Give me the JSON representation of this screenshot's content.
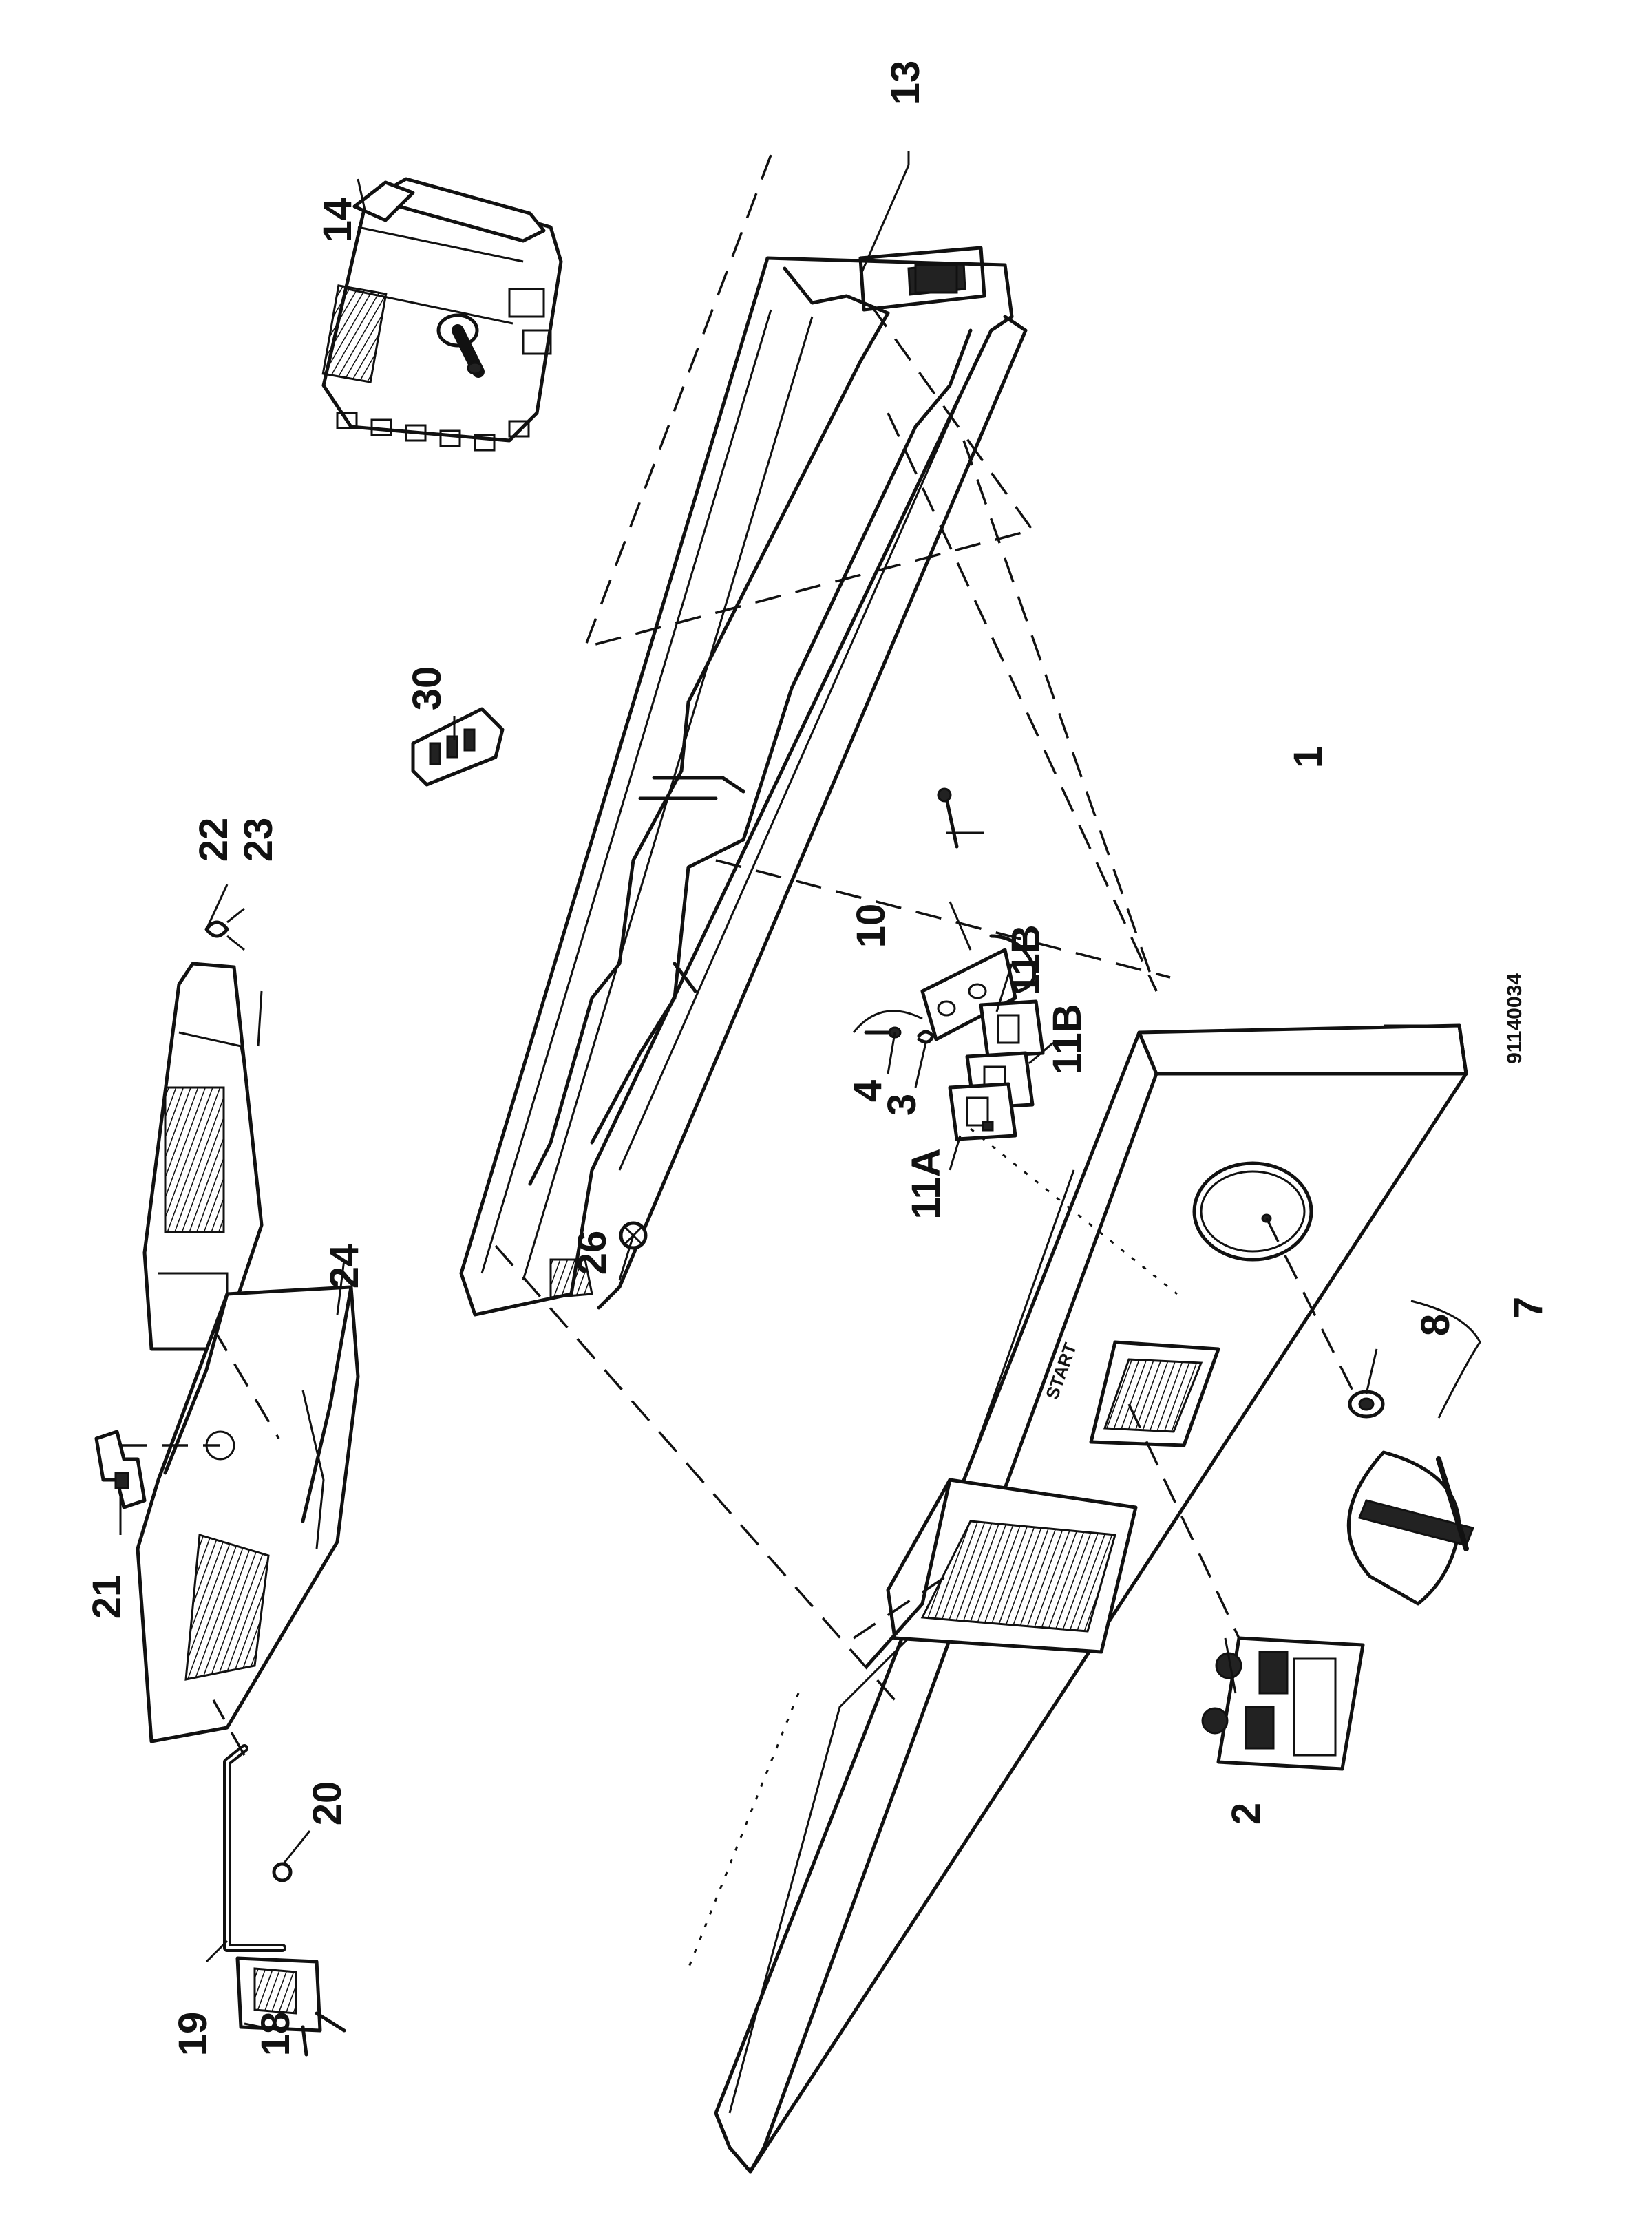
{
  "diagram": {
    "drawing_number": "91140034",
    "panel_marking": "START",
    "callouts": [
      "1",
      "2",
      "3",
      "4",
      "7",
      "8",
      "10",
      "11A",
      "11B",
      "11B",
      "13",
      "14",
      "18",
      "19",
      "20",
      "21",
      "22",
      "23",
      "24",
      "26",
      "30"
    ]
  }
}
